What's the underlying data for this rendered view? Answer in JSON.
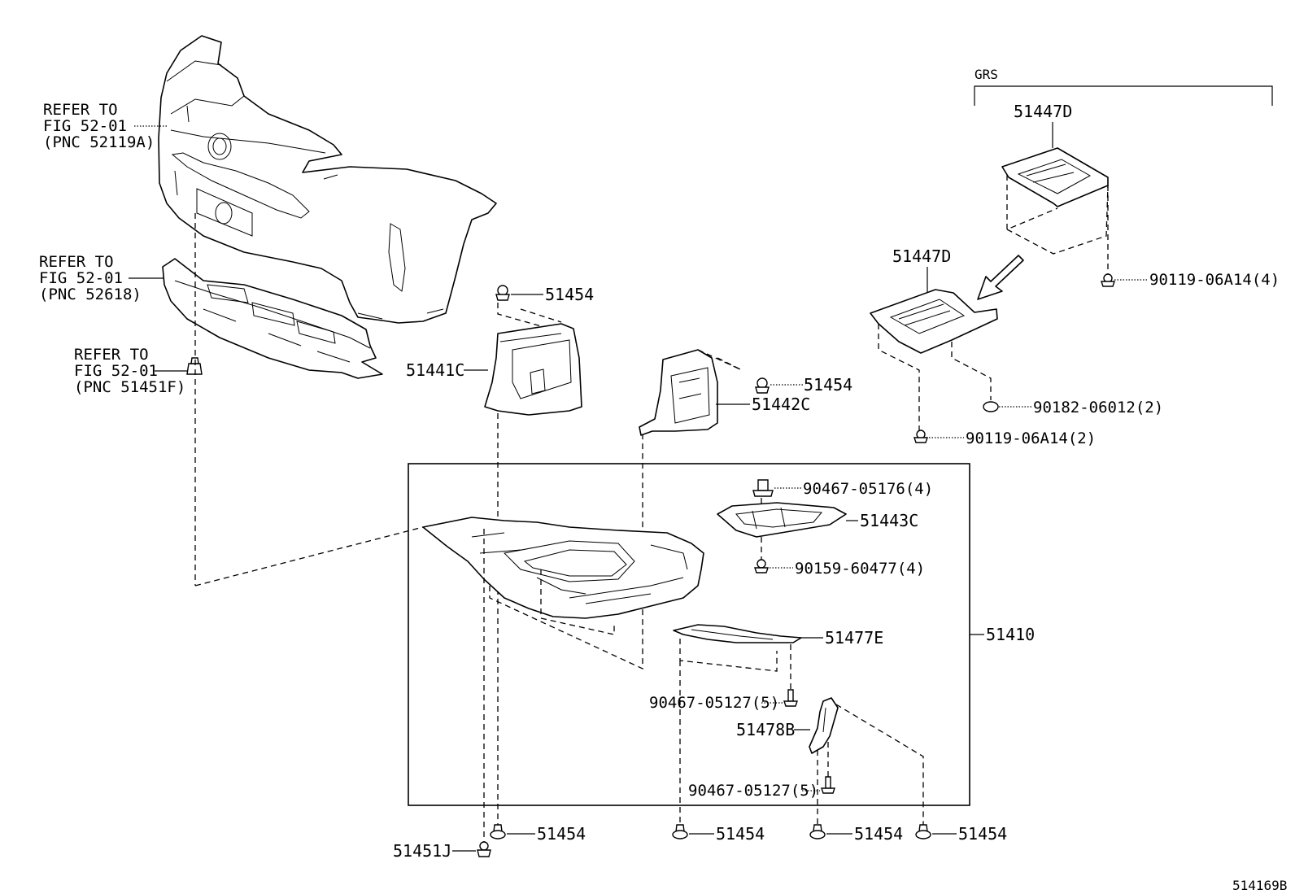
{
  "refs": {
    "ref1": [
      "REFER TO",
      "FIG 52-01",
      "(PNC 52119A)"
    ],
    "ref2": [
      "REFER TO",
      "FIG 52-01",
      "(PNC 52618)"
    ],
    "ref3": [
      "REFER TO",
      "FIG 52-01",
      "(PNC 51451F)"
    ]
  },
  "variant_label": "GRS",
  "parts": {
    "p51447D_top": "51447D",
    "p51447D_mid": "51447D",
    "p90119_4": "90119-06A14(4)",
    "p90182": "90182-06012(2)",
    "p90119_2": "90119-06A14(2)",
    "p51454_a": "51454",
    "p51441C": "51441C",
    "p51454_b": "51454",
    "p51442C": "51442C",
    "p90467_05176": "90467-05176(4)",
    "p51443C": "51443C",
    "p90159": "90159-60477(4)",
    "p51477E": "51477E",
    "p51410": "51410",
    "p90467_05127_a": "90467-05127(5)",
    "p51478B": "51478B",
    "p90467_05127_b": "90467-05127(5)",
    "p51454_c": "51454",
    "p51454_d": "51454",
    "p51454_e": "51454",
    "p51454_f": "51454",
    "p51451J": "51451J"
  },
  "figure_id": "514169B"
}
